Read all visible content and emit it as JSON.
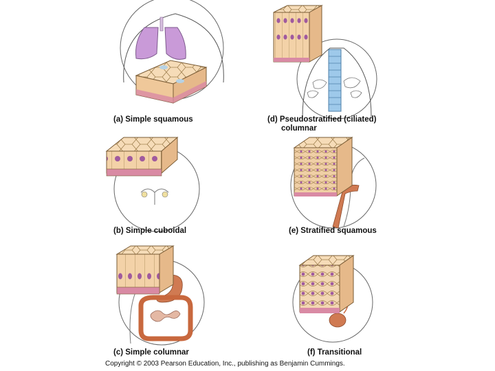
{
  "panels": [
    {
      "id": "a",
      "caption": "(a) Simple squamous",
      "organ": "lungs"
    },
    {
      "id": "b",
      "caption": "(b) Simple cuboidal",
      "organ": "kidney tubules"
    },
    {
      "id": "c",
      "caption": "(c) Simple columnar",
      "organ": "intestines"
    },
    {
      "id": "d",
      "caption_line1": "(d) Pseudostratified (ciliated)",
      "caption_line2": "columnar",
      "organ": "trachea"
    },
    {
      "id": "e",
      "caption": "(e) Stratified squamous",
      "organ": "esophagus"
    },
    {
      "id": "f",
      "caption": "(f) Transitional",
      "organ": "bladder"
    }
  ],
  "credit": "Copyright © 2003 Pearson Education, Inc., publishing as Benjamin Cummings.",
  "colors": {
    "cell_top": "#f6dcb8",
    "cell_side": "#efc89a",
    "cell_line": "#a0804f",
    "nucleus": "#a05a9e",
    "basement": "#d98aa4",
    "lung": "#c99ad8",
    "trachea": "#9ec9ea",
    "gut": "#d07a52",
    "outline": "#555555"
  }
}
